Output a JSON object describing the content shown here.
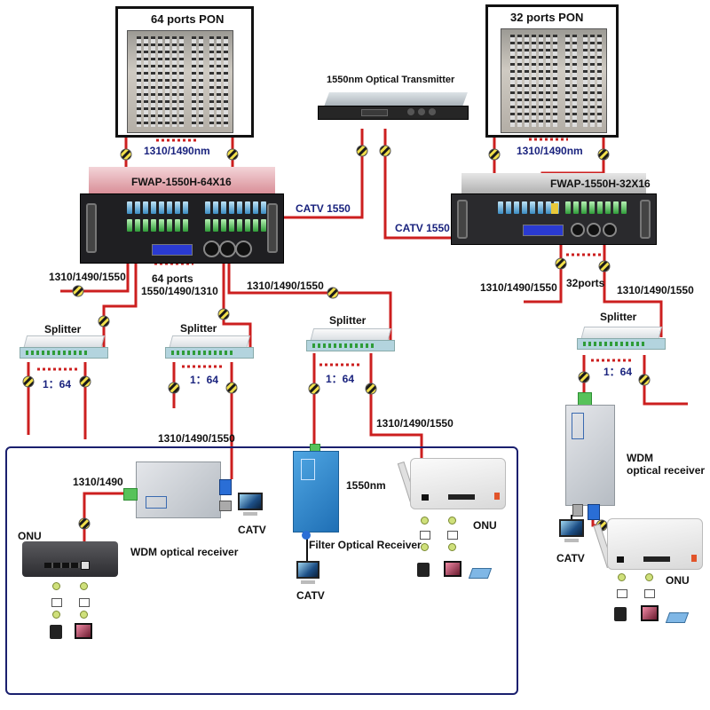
{
  "diagram": {
    "type": "FTTH PON + CATV network topology",
    "colors": {
      "fiber": "#cc1f1f",
      "label_blue": "#1a237e",
      "home_border": "#1a1f6e",
      "coupler_yellow": "#f2e04b",
      "coupler_black": "#1a1a1a"
    }
  },
  "nodes": {
    "pon_left": {
      "title": "64 ports PON",
      "wavelength": "1310/1490nm"
    },
    "pon_right": {
      "title": "32 ports PON",
      "wavelength": "1310/1490nm"
    },
    "transmitter": {
      "title": "1550nm Optical Transmitter"
    },
    "wdm_left": {
      "model": "FWAP-1550H-64X16",
      "catv_label": "CATV 1550",
      "ports_label": "64 ports",
      "ports_wavelength": "1550/1490/1310"
    },
    "wdm_right": {
      "model": "FWAP-1550H-32X16",
      "catv_label": "CATV 1550",
      "ports_label": "32ports"
    },
    "splitters": [
      {
        "label": "Splitter",
        "ratio": "1：64"
      },
      {
        "label": "Splitter",
        "ratio": "1：64"
      },
      {
        "label": "Splitter",
        "ratio": "1：64"
      },
      {
        "label": "Splitter",
        "ratio": "1：64"
      }
    ],
    "home": {
      "onu_left": {
        "label": "ONU"
      },
      "wdm_receiver": {
        "label": "WDM optical receiver",
        "in_label": "1310/1490/1550",
        "out_label": "1310/1490"
      },
      "catv_left": {
        "label": "CATV"
      },
      "filter_receiver": {
        "label": "Filter Optical Receiver",
        "wavelength": "1550nm"
      },
      "catv_mid": {
        "label": "CATV"
      },
      "onu_mid": {
        "label": "ONU",
        "in_label": "1310/1490/1550"
      }
    },
    "right_branch": {
      "wdm_receiver": {
        "label_line1": "WDM",
        "label_line2": "optical receiver"
      },
      "catv": {
        "label": "CATV"
      },
      "onu": {
        "label": "ONU"
      }
    }
  },
  "links": {
    "left_out_a": "1310/1490/1550",
    "left_out_b": "1310/1490/1550",
    "right_out_a": "1310/1490/1550",
    "right_out_b": "1310/1490/1550"
  }
}
